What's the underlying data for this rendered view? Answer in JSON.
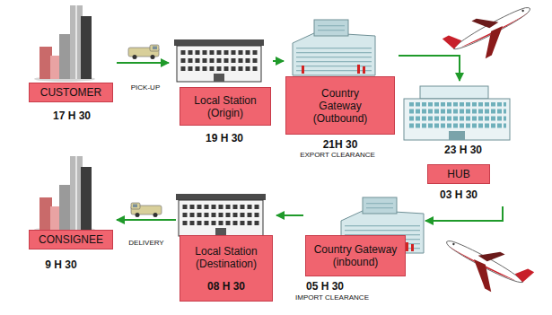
{
  "diagram": {
    "nodes": [
      {
        "text": [
          "CUSTOMER"
        ]
      },
      {
        "text": [
          "Local Station (Origin)"
        ]
      },
      {
        "text": [
          "Country Gateway (Outbound)"
        ]
      },
      {
        "text": [
          "HUB"
        ]
      },
      {
        "text": [
          "Country Gateway (inbound)"
        ]
      },
      {
        "text": [
          "Local Station (Destination)",
          "08 H 30"
        ]
      },
      {
        "text": [
          "CONSIGNEE"
        ]
      }
    ],
    "edges": [
      {
        "from": 0,
        "to": 1,
        "label": "PICK-UP",
        "arrow": "to"
      },
      {
        "from": 1,
        "to": 2,
        "arrow": "to"
      },
      {
        "from": 2,
        "to": 3,
        "arrow": "to"
      },
      {
        "from": 3,
        "to": 4,
        "arrow": "to"
      },
      {
        "from": 4,
        "to": 5,
        "arrow": "to"
      },
      {
        "from": 5,
        "to": 6,
        "label": "DELIVERY",
        "arrow": "to"
      }
    ],
    "labels": [
      "17 H 30",
      "19 H 30",
      "21H 30",
      "EXPORT CLEARANCE",
      "23 H 30",
      "03 H 30",
      "05 H 30",
      "IMPORT CLEARANCE",
      "9 H 30"
    ]
  }
}
